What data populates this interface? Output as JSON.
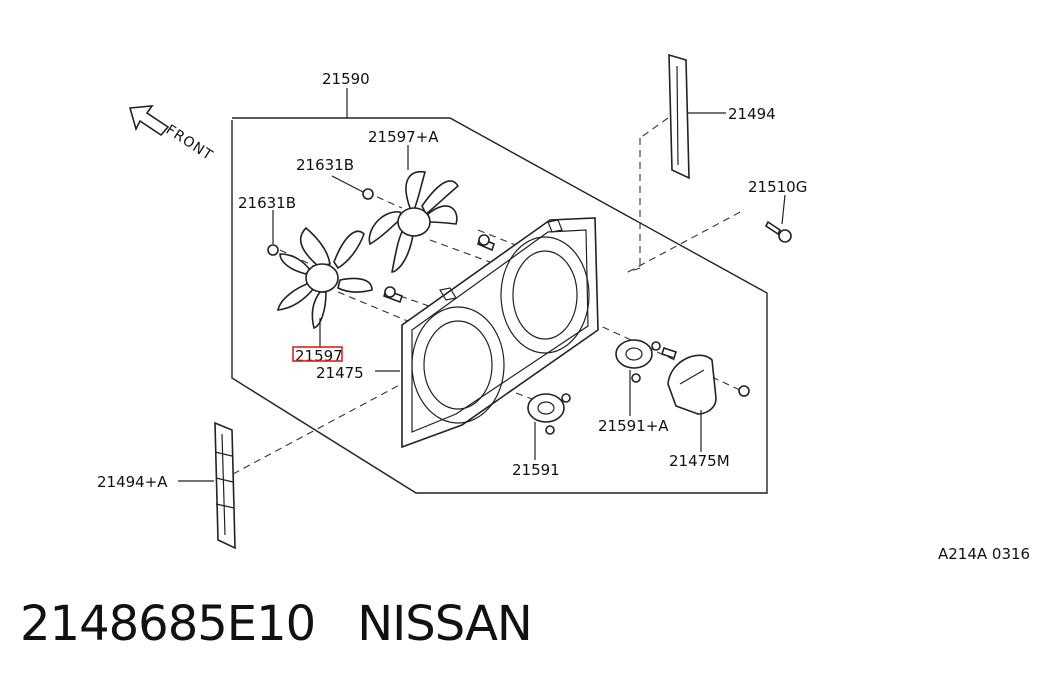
{
  "diagram": {
    "front_label": "FRONT",
    "callouts": {
      "frame": "21590",
      "fan_a": "21597+A",
      "fan": "21597",
      "nut_upper": "21631B",
      "nut_lower": "21631B",
      "shroud": "21475",
      "side_plate": "21494",
      "side_plate_a": "21494+A",
      "bolt": "21510G",
      "motor": "21591",
      "motor_a": "21591+A",
      "cover": "21475M"
    },
    "highlight_color": "#e02020",
    "highlighted_callout": "fan"
  },
  "ref_code": "A214A 0316",
  "footer": {
    "part_number": "2148685E10",
    "brand": "NISSAN"
  }
}
